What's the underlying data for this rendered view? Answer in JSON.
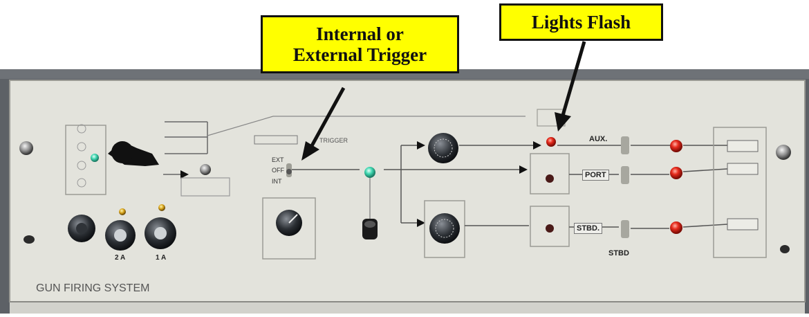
{
  "callouts": {
    "trigger_line1": "Internal or",
    "trigger_line2": "External Trigger",
    "lights": "Lights Flash"
  },
  "panel": {
    "system_name": "GUN FIRING SYSTEM",
    "aux_label": "AUX.",
    "port_label": "PORT",
    "stbd_label": "STBD.",
    "stbd_below": "STBD",
    "trigger_label": "TRIGGER",
    "mode_ext": "EXT",
    "mode_off": "OFF",
    "mode_int": "INT",
    "meter_left": "2 A",
    "meter_right": "1 A"
  },
  "colors": {
    "callout": "#ffff00",
    "panel": "#e3e3dc",
    "frame": "#5d6166",
    "lamp_red": "#e62a1c",
    "lamp_green": "#3fd6b0"
  }
}
